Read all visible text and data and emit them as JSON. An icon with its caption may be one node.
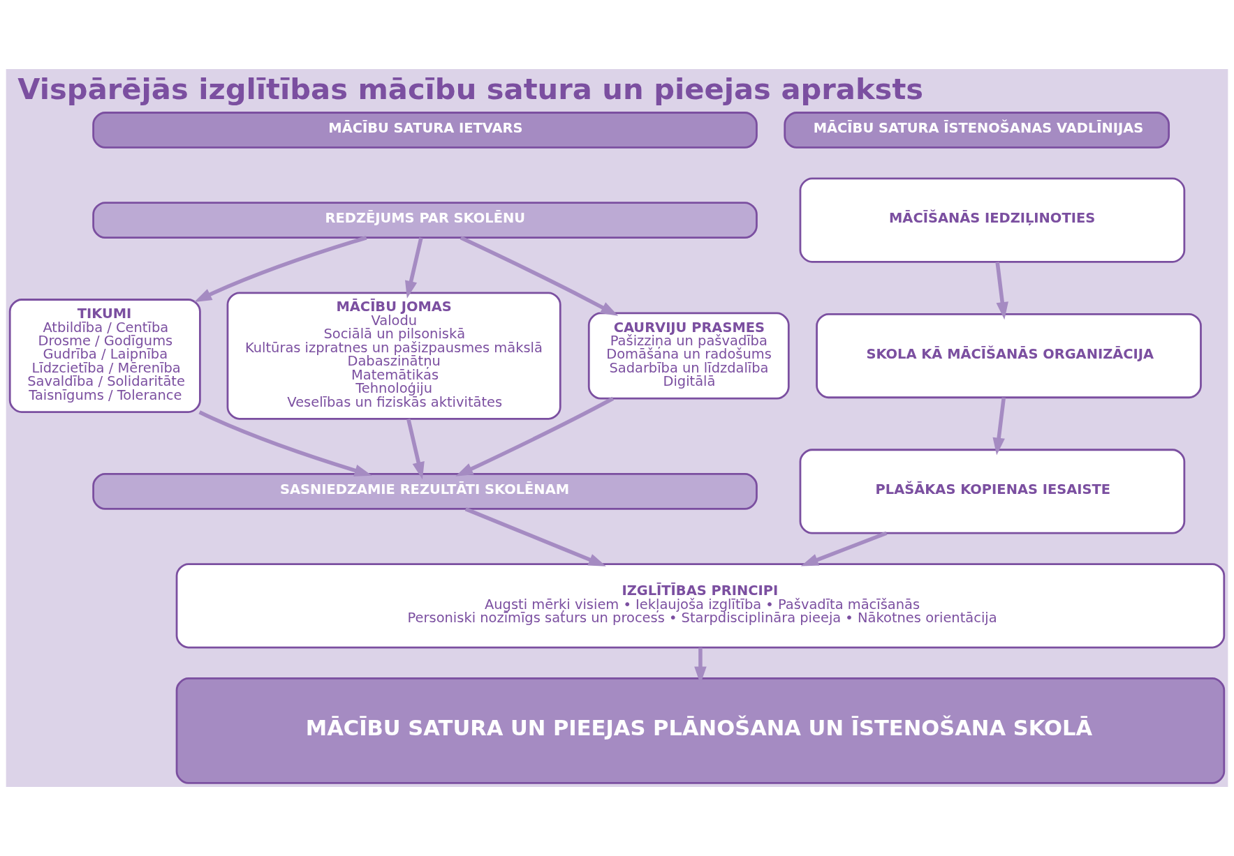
{
  "diagram": {
    "title": "Vispārējās izglītības mācību satura un pieejas apraksts",
    "nodes": [
      {
        "text": [
          "MĀCĪBU SATURA IETVARS"
        ]
      },
      {
        "text": [
          "MĀCĪBU SATURA ĪSTENOŠANAS VADLĪNIJAS"
        ]
      },
      {
        "text": [
          "REDZĒJUMS PAR SKOLĒNU"
        ]
      },
      {
        "text": [
          "TIKUMI",
          "Atbildība / Centība",
          "Drosme / Godīgums",
          "Gudrība / Laipnība",
          "Līdzcietība / Mērenība",
          "Savaldība / Solidaritāte",
          "Taisnīgums / Tolerance"
        ]
      },
      {
        "text": [
          "MĀCĪBU JOMAS",
          "Valodu",
          "Sociālā un pilsoniskā",
          "Kultūras izpratnes un pašizpausmes mākslā",
          "Dabaszinātņu",
          "Matemātikas",
          "Tehnoloģiju",
          "Veselības un fiziskās aktivitātes"
        ]
      },
      {
        "text": [
          "CAURVIJU PRASMES",
          "Pašizziņa un pašvadība",
          "Domāšana un radošums",
          "Sadarbība un līdzdalība",
          "Digitālā"
        ]
      },
      {
        "text": [
          "SASNIEDZAMIE REZULTĀTI SKOLĒNAM"
        ]
      },
      {
        "text": [
          "MĀCĪŠANĀS IEDZIĻINOTIES"
        ]
      },
      {
        "text": [
          "SKOLA KĀ MĀCĪŠANĀS ORGANIZĀCIJA"
        ]
      },
      {
        "text": [
          "PLAŠĀKAS KOPIENAS IESAISTE"
        ]
      },
      {
        "text": [
          "IZGLĪTĪBAS PRINCIPI",
          "Augsti mērķi visiem • Iekļaujoša izglītība • Pašvadīta mācīšanās",
          "Personiski nozīmīgs saturs un process • Starpdisciplināra pieeja • Nākotnes orientācija"
        ]
      },
      {
        "text": [
          "MĀCĪBU SATURA UN PIEEJAS PLĀNOŠANA UN ĪSTENOŠANA SKOLĀ"
        ]
      }
    ],
    "edges": [
      {
        "from": 2,
        "to": 3,
        "arrow": "to"
      },
      {
        "from": 2,
        "to": 4,
        "arrow": "to"
      },
      {
        "from": 2,
        "to": 5,
        "arrow": "to"
      },
      {
        "from": 3,
        "to": 6,
        "arrow": "to"
      },
      {
        "from": 4,
        "to": 6,
        "arrow": "to"
      },
      {
        "from": 5,
        "to": 6,
        "arrow": "to"
      },
      {
        "from": 7,
        "to": 8,
        "arrow": "to"
      },
      {
        "from": 8,
        "to": 9,
        "arrow": "to"
      },
      {
        "from": 6,
        "to": 10,
        "arrow": "to"
      },
      {
        "from": 9,
        "to": 10,
        "arrow": "to"
      },
      {
        "from": 10,
        "to": 11,
        "arrow": "to"
      }
    ]
  }
}
